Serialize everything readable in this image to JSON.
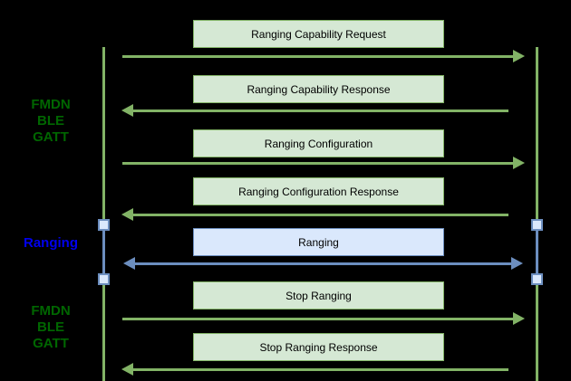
{
  "diagram": {
    "type": "sequence-diagram",
    "side_labels": [
      {
        "lines": [
          "FMDN",
          "BLE",
          "GATT"
        ],
        "color": "#006600"
      },
      {
        "lines": [
          "Ranging"
        ],
        "color": "#0000ee"
      },
      {
        "lines": [
          "FMDN",
          "BLE",
          "GATT"
        ],
        "color": "#006600"
      }
    ],
    "messages": [
      {
        "label": "Ranging Capability Request",
        "direction": "right",
        "style": "green"
      },
      {
        "label": "Ranging Capability Response",
        "direction": "left",
        "style": "green"
      },
      {
        "label": "Ranging Configuration",
        "direction": "right",
        "style": "green"
      },
      {
        "label": "Ranging Configuration Response",
        "direction": "left",
        "style": "green"
      },
      {
        "label": "Ranging",
        "direction": "both",
        "style": "blue"
      },
      {
        "label": "Stop Ranging",
        "direction": "right",
        "style": "green"
      },
      {
        "label": "Stop Ranging Response",
        "direction": "left",
        "style": "green"
      }
    ],
    "colors": {
      "background": "#000000",
      "green_fill": "#d5e8d4",
      "green_stroke": "#82b366",
      "blue_fill": "#dae8fc",
      "blue_stroke": "#6c8ebf",
      "label_green": "#006600",
      "label_blue": "#0000ee",
      "box_text": "#000000"
    }
  }
}
